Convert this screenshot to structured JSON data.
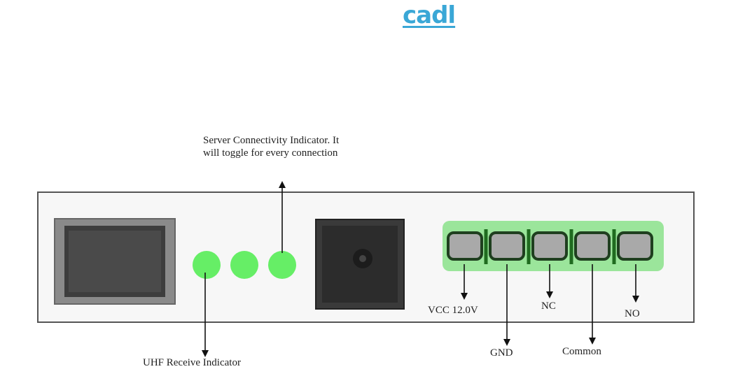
{
  "logo": {
    "text": "cadl",
    "color": "#3aa7d6"
  },
  "labels": {
    "server_indicator_line1": "Server Connectivity Indicator. It",
    "server_indicator_line2": "will toggle for every connection",
    "uhf_indicator": "UHF Receive Indicator",
    "vcc": "VCC 12.0V",
    "gnd": "GND",
    "nc": "NC",
    "common": "Common",
    "no": "NO"
  },
  "colors": {
    "led": "#66ee66",
    "terminal_block": "#9be59b",
    "terminal_border": "#1f6b1f",
    "panel_border": "#555555"
  }
}
